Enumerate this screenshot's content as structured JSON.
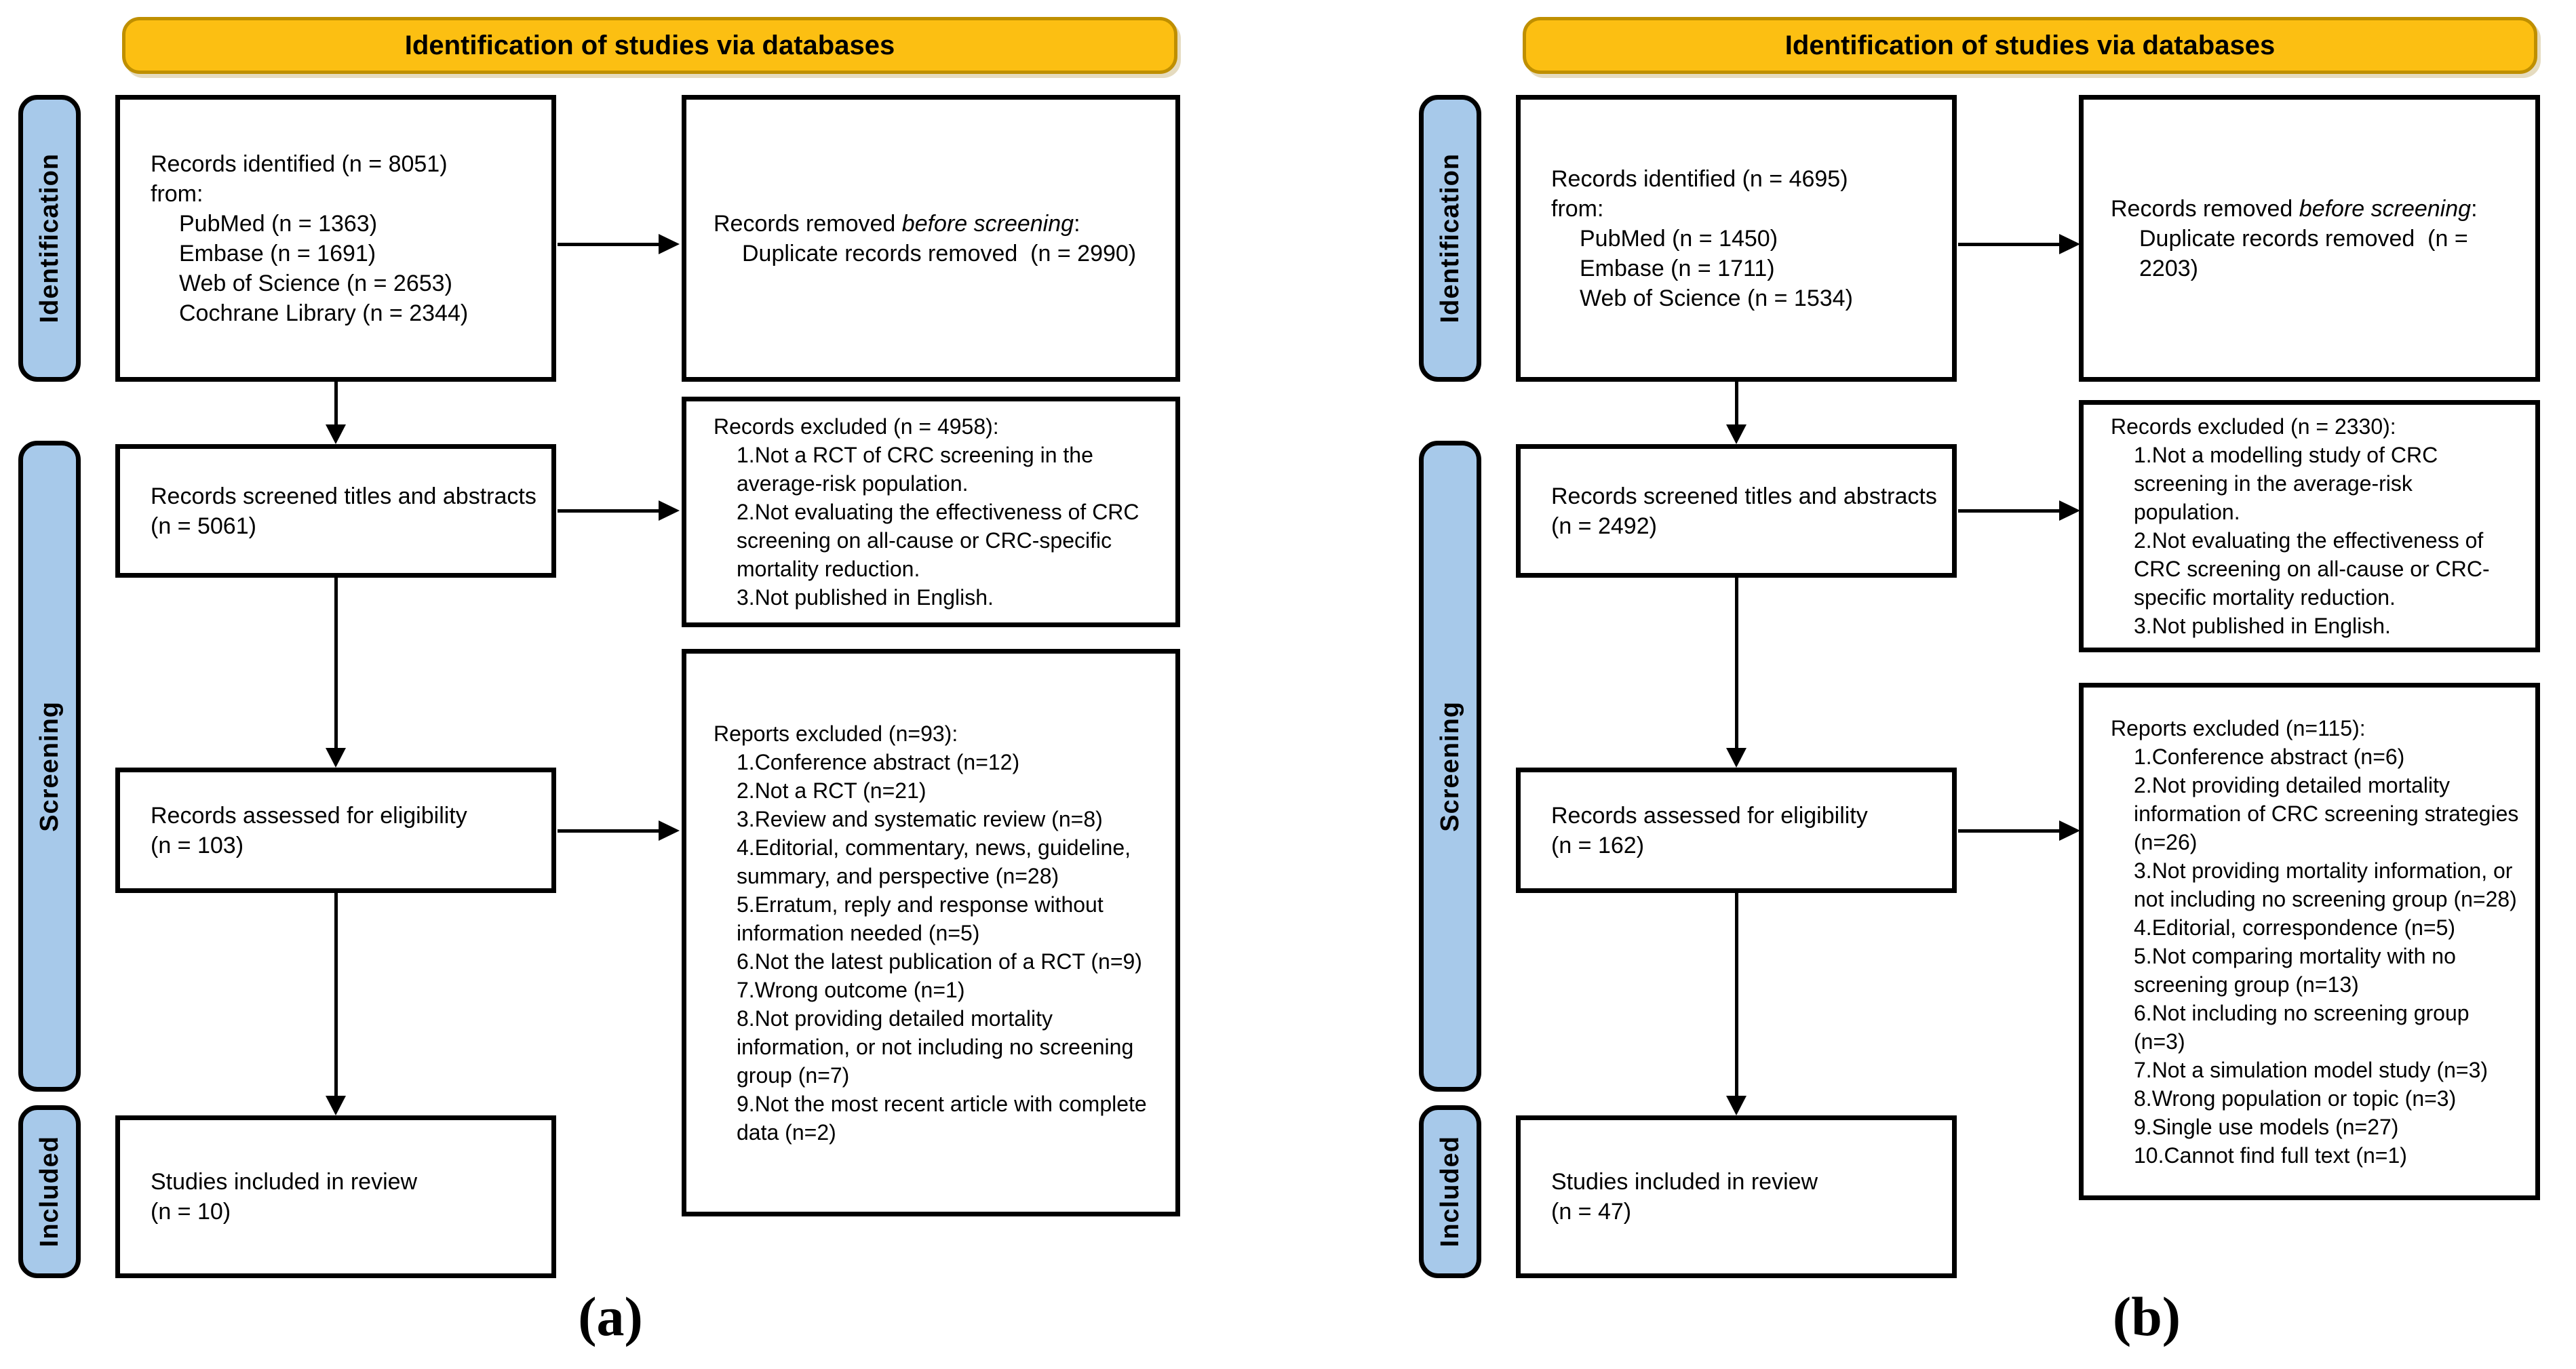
{
  "colors": {
    "banner_fill": "#FCBF12",
    "banner_border": "#BF8F00",
    "stage_pill_fill": "#A7C9EA",
    "box_border": "#000000",
    "background": "#FFFFFF"
  },
  "figure": {
    "panels": [
      {
        "panel_label": "(a)",
        "banner": "Identification of studies via databases",
        "stages": {
          "identification": "Identification",
          "screening": "Screening",
          "included": "Included"
        },
        "identified": {
          "title": "Records identified (n = 8051)",
          "from_label": "from:",
          "sources": [
            "PubMed (n = 1363)",
            "Embase (n = 1691)",
            "Web of Science (n = 2653)",
            "Cochrane Library (n = 2344)"
          ]
        },
        "removed": {
          "normal_prefix": "Records removed ",
          "italic": "before screening",
          "suffix": ":",
          "detail": "Duplicate records removed  (n = 2990)"
        },
        "screened": {
          "title": "Records screened titles and abstracts",
          "count": "(n = 5061)"
        },
        "records_excluded": {
          "header": "Records excluded (n = 4958):",
          "items": [
            "1.Not a RCT of CRC screening in the average-risk population.",
            "2.Not evaluating the effectiveness of CRC screening on all-cause or CRC-specific mortality reduction.",
            "3.Not published in English."
          ]
        },
        "assessed": {
          "title": "Records assessed for eligibility",
          "count": "(n = 103)"
        },
        "reports_excluded": {
          "header": "Reports excluded (n=93):",
          "items": [
            "1.Conference abstract (n=12)",
            "2.Not a RCT (n=21)",
            "3.Review and systematic review (n=8)",
            "4.Editorial, commentary, news, guideline, summary, and perspective (n=28)",
            "5.Erratum, reply and response without information needed (n=5)",
            "6.Not the latest publication of a RCT (n=9)",
            "7.Wrong outcome (n=1)",
            "8.Not providing detailed mortality information, or not including no screening group (n=7)",
            "9.Not the most recent article with complete data (n=2)"
          ]
        },
        "included_box": {
          "title": "Studies included in review",
          "count": "(n = 10)"
        }
      },
      {
        "panel_label": "(b)",
        "banner": "Identification of studies via databases",
        "stages": {
          "identification": "Identification",
          "screening": "Screening",
          "included": "Included"
        },
        "identified": {
          "title": "Records identified (n = 4695)",
          "from_label": "from:",
          "sources": [
            "PubMed (n = 1450)",
            "Embase (n = 1711)",
            "Web of Science (n = 1534)"
          ]
        },
        "removed": {
          "normal_prefix": "Records removed ",
          "italic": "before screening",
          "suffix": ":",
          "detail": "Duplicate records removed  (n = 2203)"
        },
        "screened": {
          "title": "Records screened titles and abstracts",
          "count": "(n = 2492)"
        },
        "records_excluded": {
          "header": "Records excluded (n = 2330):",
          "items": [
            "1.Not a modelling study of CRC screening in the average-risk population.",
            "2.Not evaluating the effectiveness of CRC screening on all-cause or CRC-specific mortality reduction.",
            "3.Not published in English."
          ]
        },
        "assessed": {
          "title": "Records assessed for eligibility",
          "count": "(n = 162)"
        },
        "reports_excluded": {
          "header": "Reports excluded (n=115):",
          "items": [
            "1.Conference abstract (n=6)",
            "2.Not providing detailed mortality information of CRC screening strategies (n=26)",
            "3.Not providing mortality information, or not including no screening group (n=28)",
            "4.Editorial, correspondence (n=5)",
            "5.Not comparing mortality with no screening group (n=13)",
            "6.Not including no screening group (n=3)",
            "7.Not a simulation model study (n=3)",
            "8.Wrong population or topic (n=3)",
            "9.Single use models (n=27)",
            "10.Cannot find full text (n=1)"
          ]
        },
        "included_box": {
          "title": "Studies included in review",
          "count": "(n = 47)"
        }
      }
    ]
  }
}
